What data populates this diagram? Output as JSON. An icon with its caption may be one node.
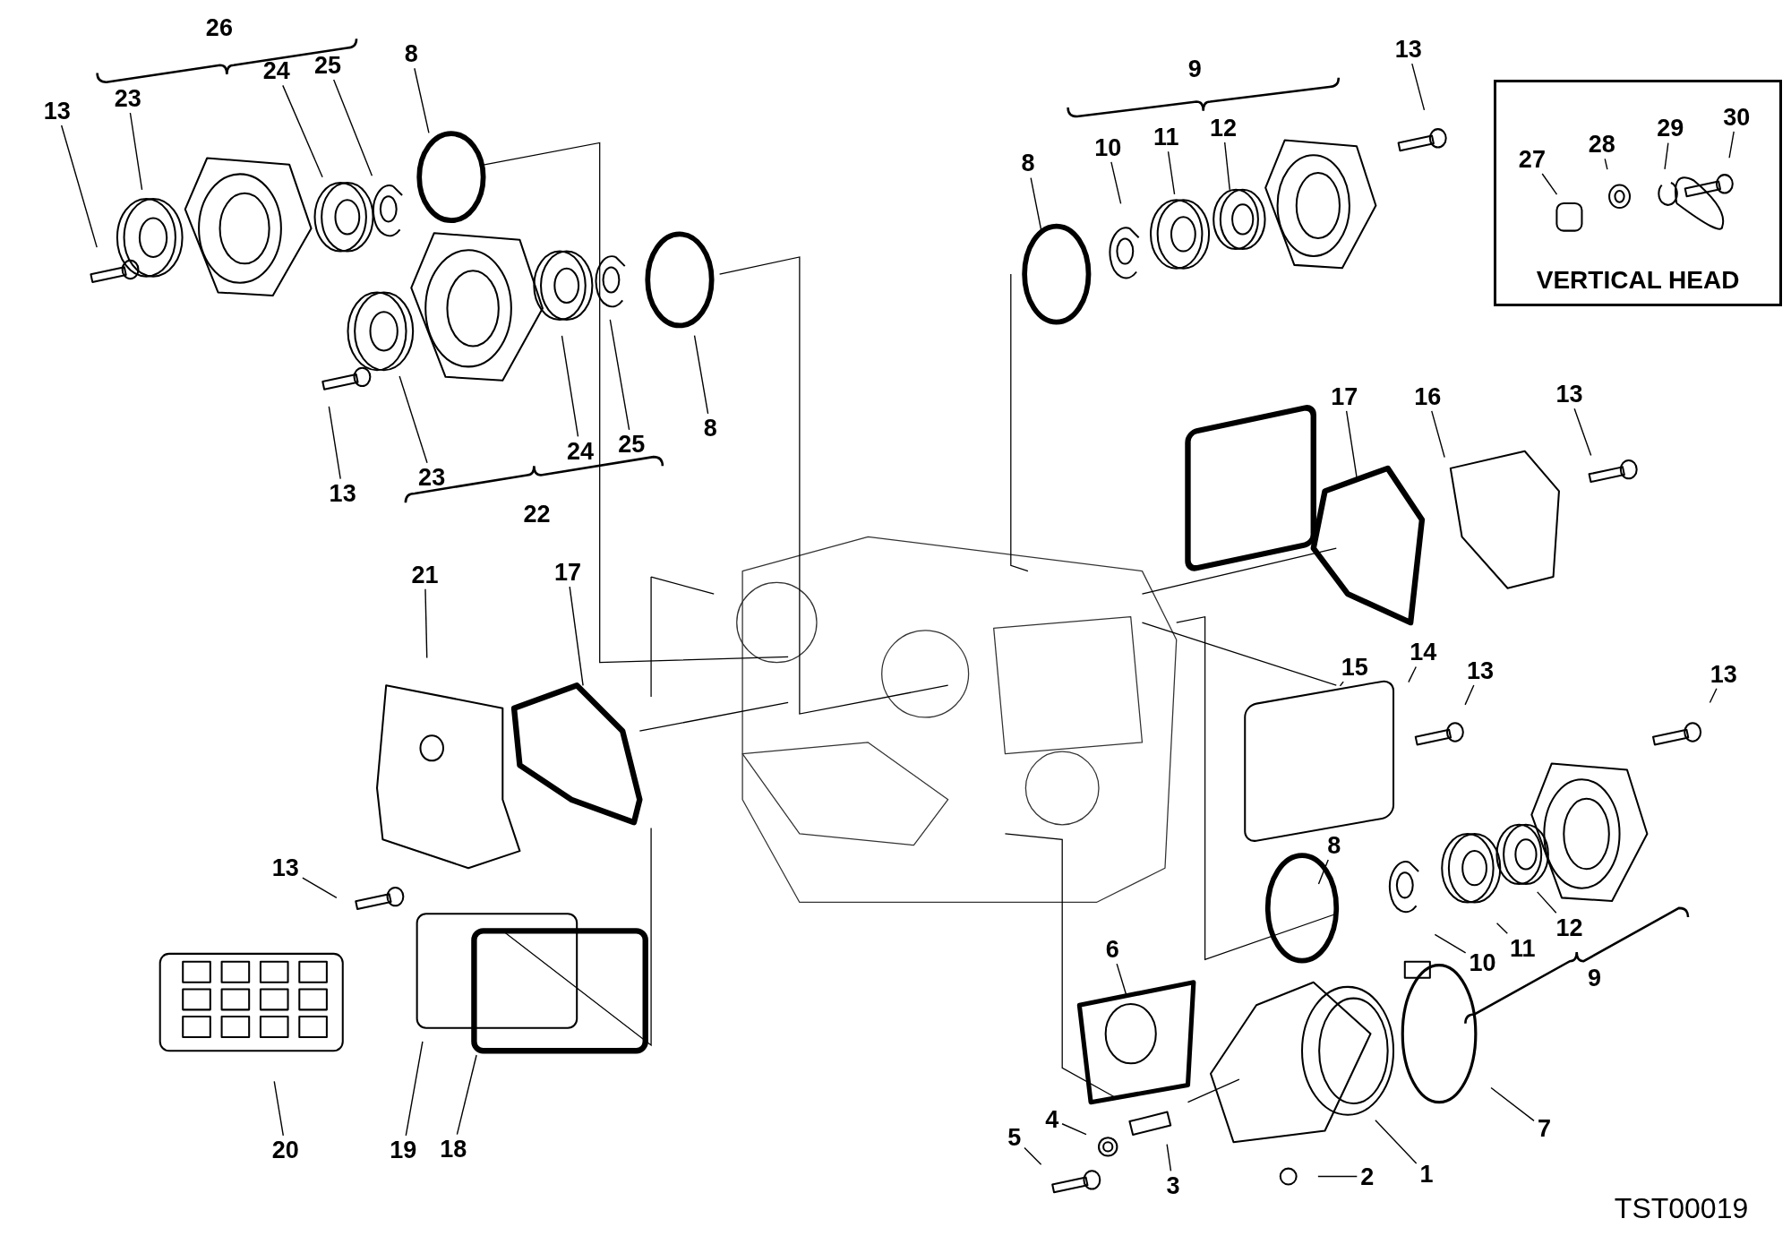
{
  "diagram": {
    "nodes": [
      {
        "text": [
          "13"
        ]
      },
      {
        "text": [
          "23"
        ]
      },
      {
        "text": [
          "24"
        ]
      },
      {
        "text": [
          "25"
        ]
      },
      {
        "text": [
          "8"
        ]
      },
      {
        "text": [
          "13"
        ]
      },
      {
        "text": [
          "23"
        ]
      },
      {
        "text": [
          "24"
        ]
      },
      {
        "text": [
          "25"
        ]
      },
      {
        "text": [
          "8"
        ]
      },
      {
        "text": [
          "21"
        ]
      },
      {
        "text": [
          "17"
        ]
      },
      {
        "text": [
          "13"
        ]
      },
      {
        "text": [
          "20"
        ]
      },
      {
        "text": [
          "19"
        ]
      },
      {
        "text": [
          "18"
        ]
      },
      {
        "text": [
          "13"
        ]
      },
      {
        "text": [
          "8"
        ]
      },
      {
        "text": [
          "10"
        ]
      },
      {
        "text": [
          "11"
        ]
      },
      {
        "text": [
          "12"
        ]
      },
      {
        "text": [
          "17"
        ]
      },
      {
        "text": [
          "16"
        ]
      },
      {
        "text": [
          "13"
        ]
      },
      {
        "text": [
          "15"
        ]
      },
      {
        "text": [
          "14"
        ]
      },
      {
        "text": [
          "13"
        ]
      },
      {
        "text": [
          "13"
        ]
      },
      {
        "text": [
          "8"
        ]
      },
      {
        "text": [
          "10"
        ]
      },
      {
        "text": [
          "11"
        ]
      },
      {
        "text": [
          "12"
        ]
      },
      {
        "text": [
          "6"
        ]
      },
      {
        "text": [
          "7"
        ]
      },
      {
        "text": [
          "1"
        ]
      },
      {
        "text": [
          "2"
        ]
      },
      {
        "text": [
          "3"
        ]
      },
      {
        "text": [
          "4"
        ]
      },
      {
        "text": [
          "5"
        ]
      },
      {
        "text": [
          "VERTICAL HEAD"
        ]
      },
      {
        "text": [
          "27"
        ],
        "in": 39
      },
      {
        "text": [
          "28"
        ],
        "in": 39
      },
      {
        "text": [
          "29"
        ],
        "in": 39
      },
      {
        "text": [
          "30"
        ],
        "in": 39
      }
    ],
    "edges": [
      {
        "from": 0,
        "to": null,
        "arrow": "none"
      },
      {
        "from": 1,
        "to": null,
        "arrow": "none"
      },
      {
        "from": 2,
        "to": null,
        "arrow": "none"
      },
      {
        "from": 3,
        "to": null,
        "arrow": "none"
      },
      {
        "from": 4,
        "to": null,
        "arrow": "none"
      },
      {
        "from": 5,
        "to": null,
        "arrow": "none"
      },
      {
        "from": 6,
        "to": null,
        "arrow": "none"
      },
      {
        "from": 7,
        "to": null,
        "arrow": "none"
      },
      {
        "from": 8,
        "to": null,
        "arrow": "none"
      },
      {
        "from": 9,
        "to": null,
        "arrow": "none"
      },
      {
        "from": 10,
        "to": null,
        "arrow": "none"
      },
      {
        "from": 11,
        "to": null,
        "arrow": "none"
      },
      {
        "from": 12,
        "to": null,
        "arrow": "none"
      },
      {
        "from": 13,
        "to": null,
        "arrow": "none"
      },
      {
        "from": 14,
        "to": null,
        "arrow": "none"
      },
      {
        "from": 15,
        "to": null,
        "arrow": "none"
      },
      {
        "from": 16,
        "to": null,
        "arrow": "none"
      },
      {
        "from": 17,
        "to": null,
        "arrow": "none"
      },
      {
        "from": 18,
        "to": null,
        "arrow": "none"
      },
      {
        "from": 19,
        "to": null,
        "arrow": "none"
      },
      {
        "from": 20,
        "to": null,
        "arrow": "none"
      },
      {
        "from": 21,
        "to": null,
        "arrow": "none"
      },
      {
        "from": 22,
        "to": null,
        "arrow": "none"
      },
      {
        "from": 23,
        "to": null,
        "arrow": "none"
      },
      {
        "from": 24,
        "to": null,
        "arrow": "none"
      },
      {
        "from": 25,
        "to": null,
        "arrow": "none"
      },
      {
        "from": 26,
        "to": null,
        "arrow": "none"
      },
      {
        "from": 27,
        "to": null,
        "arrow": "none"
      },
      {
        "from": 28,
        "to": null,
        "arrow": "none"
      },
      {
        "from": 29,
        "to": null,
        "arrow": "none"
      },
      {
        "from": 30,
        "to": null,
        "arrow": "none"
      },
      {
        "from": 31,
        "to": null,
        "arrow": "none"
      },
      {
        "from": 32,
        "to": null,
        "arrow": "none"
      },
      {
        "from": 33,
        "to": null,
        "arrow": "none"
      },
      {
        "from": 34,
        "to": null,
        "arrow": "none"
      },
      {
        "from": 35,
        "to": null,
        "arrow": "none"
      },
      {
        "from": 36,
        "to": null,
        "arrow": "none"
      },
      {
        "from": 37,
        "to": null,
        "arrow": "none"
      },
      {
        "from": 38,
        "to": null,
        "arrow": "none"
      },
      {
        "from": 40,
        "to": null,
        "arrow": "none"
      },
      {
        "from": 41,
        "to": null,
        "arrow": "none"
      },
      {
        "from": 42,
        "to": null,
        "arrow": "none"
      },
      {
        "from": 43,
        "to": null,
        "arrow": "none"
      }
    ],
    "labels": [
      "26",
      "22",
      "9",
      "9",
      "TST00019"
    ]
  }
}
